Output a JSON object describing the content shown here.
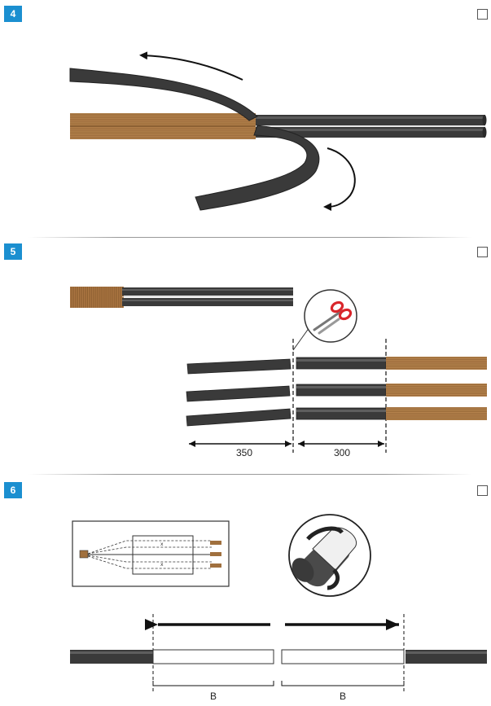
{
  "steps": [
    {
      "number": "4"
    },
    {
      "number": "5"
    },
    {
      "number": "6"
    }
  ],
  "step5": {
    "dim_left": "350",
    "dim_right": "300"
  },
  "step6": {
    "dim_b_left": "B",
    "dim_b_right": "B"
  },
  "colors": {
    "badge": "#1b8fd0",
    "cable_jacket": "#3c3c3c",
    "copper": "#a0703e",
    "scissors_handle": "#d9262b"
  }
}
